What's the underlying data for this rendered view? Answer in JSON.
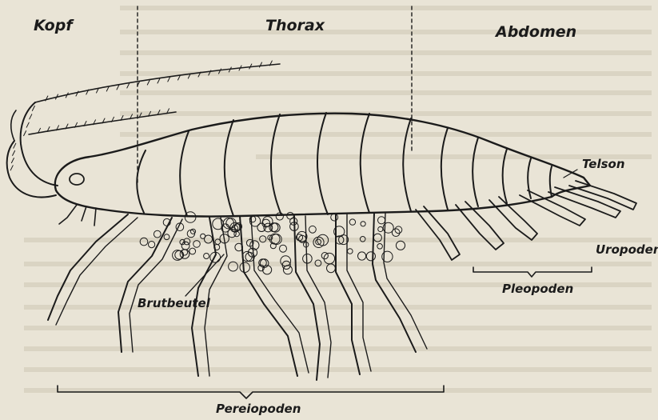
{
  "diagram": {
    "regions": {
      "head": "Kopf",
      "thorax": "Thorax",
      "abdomen": "Abdomen"
    },
    "parts": {
      "telson": "Telson",
      "uropods": "Uropoden",
      "pleopods": "Pleopoden",
      "brood_pouch": "Brutbeutel",
      "pereiopods": "Pereiopoden"
    },
    "colors": {
      "paper": "#e9e4d6",
      "ink": "#1b1b1b"
    }
  }
}
